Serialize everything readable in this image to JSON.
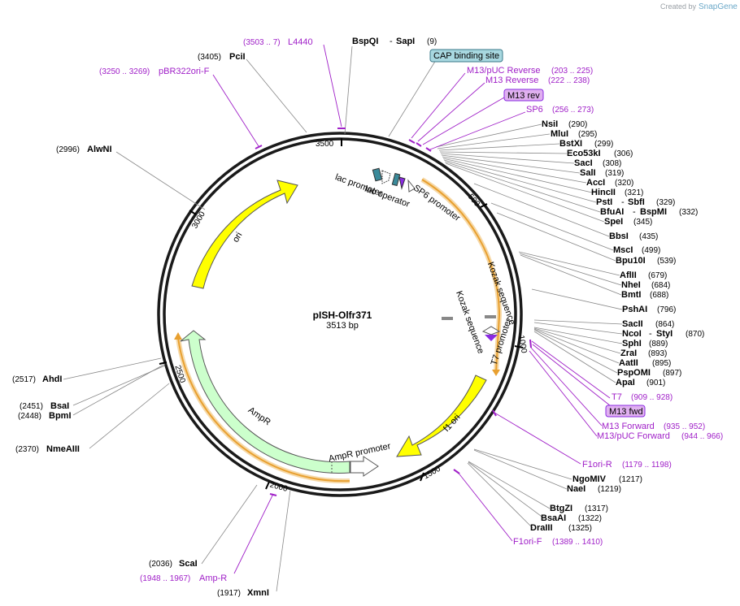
{
  "credit": {
    "prefix": "Created by",
    "brand": "SnapGene"
  },
  "plasmid": {
    "name": "pISH-Olfr371",
    "length_label": "3513 bp"
  },
  "ticks": [
    "500",
    "1000",
    "1500",
    "2000",
    "2500",
    "3000",
    "3500"
  ],
  "enzymes": [
    {
      "name": "BspQI",
      "name2": "SapI",
      "pos": "(9)"
    },
    {
      "name": "PciI",
      "pos": "(3405)"
    },
    {
      "name": "AlwNI",
      "pos": "(2996)"
    },
    {
      "name": "NsiI",
      "pos": "(290)"
    },
    {
      "name": "MluI",
      "pos": "(295)"
    },
    {
      "name": "BstXI",
      "pos": "(299)"
    },
    {
      "name": "Eco53kI",
      "pos": "(306)"
    },
    {
      "name": "SacI",
      "pos": "(308)"
    },
    {
      "name": "SalI",
      "pos": "(319)"
    },
    {
      "name": "AccI",
      "pos": "(320)"
    },
    {
      "name": "HincII",
      "pos": "(321)"
    },
    {
      "name": "PstI",
      "name2": "SbfI",
      "pos": "(329)"
    },
    {
      "name": "BfuAI",
      "name2": "BspMI",
      "pos": "(332)"
    },
    {
      "name": "SpeI",
      "pos": "(345)"
    },
    {
      "name": "BbsI",
      "pos": "(435)"
    },
    {
      "name": "MscI",
      "pos": "(499)"
    },
    {
      "name": "Bpu10I",
      "pos": "(539)"
    },
    {
      "name": "AflII",
      "pos": "(679)"
    },
    {
      "name": "NheI",
      "pos": "(684)"
    },
    {
      "name": "BmtI",
      "pos": "(688)"
    },
    {
      "name": "PshAI",
      "pos": "(796)"
    },
    {
      "name": "SacII",
      "pos": "(864)"
    },
    {
      "name": "NcoI",
      "name2": "StyI",
      "pos": "(870)"
    },
    {
      "name": "SphI",
      "pos": "(889)"
    },
    {
      "name": "ZraI",
      "pos": "(893)"
    },
    {
      "name": "AatII",
      "pos": "(895)"
    },
    {
      "name": "PspOMI",
      "pos": "(897)"
    },
    {
      "name": "ApaI",
      "pos": "(901)"
    },
    {
      "name": "NgoMIV",
      "pos": "(1217)"
    },
    {
      "name": "NaeI",
      "pos": "(1219)"
    },
    {
      "name": "BtgZI",
      "pos": "(1317)"
    },
    {
      "name": "BsaAI",
      "pos": "(1322)"
    },
    {
      "name": "DraIII",
      "pos": "(1325)"
    },
    {
      "name": "XmnI",
      "pos": "(1917)"
    },
    {
      "name": "ScaI",
      "pos": "(2036)"
    },
    {
      "name": "NmeAIII",
      "pos": "(2370)"
    },
    {
      "name": "BsaI",
      "pos": "(2451)"
    },
    {
      "name": "BpmI",
      "pos": "(2448)"
    },
    {
      "name": "AhdI",
      "pos": "(2517)"
    }
  ],
  "primers": [
    {
      "name": "L4440",
      "pos": "(3503 .. 7)"
    },
    {
      "name": "pBR322ori-F",
      "pos": "(3250 .. 3269)"
    },
    {
      "name": "M13/pUC Reverse",
      "pos": "(203 .. 225)"
    },
    {
      "name": "M13 Reverse",
      "pos": "(222 .. 238)"
    },
    {
      "name": "SP6",
      "pos": "(256 .. 273)"
    },
    {
      "name": "T7",
      "pos": "(909 .. 928)"
    },
    {
      "name": "M13 Forward",
      "pos": "(935 .. 952)"
    },
    {
      "name": "M13/pUC Forward",
      "pos": "(944 .. 966)"
    },
    {
      "name": "F1ori-R",
      "pos": "(1179 .. 1198)"
    },
    {
      "name": "F1ori-F",
      "pos": "(1389 .. 1410)"
    },
    {
      "name": "Amp-R",
      "pos": "(1948 .. 1967)"
    }
  ],
  "boxed_labels": {
    "cap": "CAP binding site",
    "m13rev": "M13 rev",
    "m13fwd": "M13 fwd"
  },
  "features": {
    "lac_promoter": "lac promoter",
    "lac_operator": "lac operator",
    "sp6_promoter": "SP6 promoter",
    "kozak1": "Kozak sequence",
    "kozak2": "Kozak sequence",
    "t7_promoter": "T7 promoter",
    "f1_ori": "f1 ori",
    "ampr_promoter": "AmpR promoter",
    "ampr": "AmpR",
    "ori": "ori"
  },
  "colors": {
    "backbone": "#1a1a1a",
    "ori": "#ffff00",
    "f1ori": "#ffff00",
    "ampr": "#ccffcc",
    "orf_orange": "#e8a030",
    "primer": "#a020c8",
    "cap_box": "#a8d8e0",
    "label_box": "#e0b0f0"
  }
}
